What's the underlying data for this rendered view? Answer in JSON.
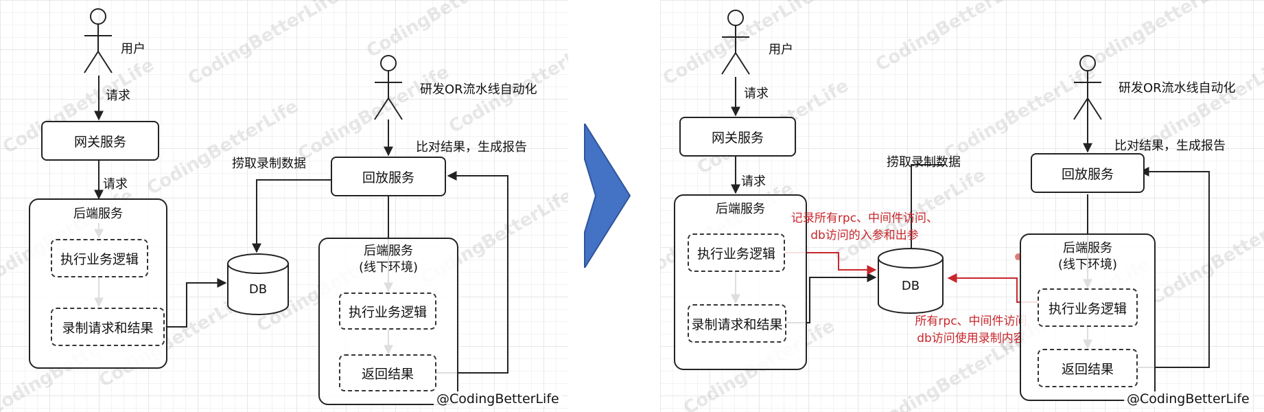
{
  "colors": {
    "line": "#222222",
    "annotation": "#c8262b",
    "big_arrow": "#4472c4",
    "grid": "#e7e7e7"
  },
  "watermark": "CodingBetterLife",
  "left": {
    "user_label": "用户",
    "request_1": "请求",
    "gateway": "网关服务",
    "request_2": "请求",
    "backend_title": "后端服务",
    "exec_logic": "执行业务逻辑",
    "record": "录制请求和结果",
    "db": "DB",
    "fetch_label": "捞取录制数据",
    "dev_label": "研发OR流水线自动化",
    "compare_label": "比对结果，生成报告",
    "replay": "回放服务",
    "offline_title_1": "后端服务",
    "offline_title_2": "(线下环境)",
    "offline_exec": "执行业务逻辑",
    "return": "返回结果",
    "credit": "@CodingBetterLife"
  },
  "right": {
    "user_label": "用户",
    "request_1": "请求",
    "gateway": "网关服务",
    "request_2": "请求",
    "backend_title": "后端服务",
    "exec_logic": "执行业务逻辑",
    "record": "录制请求和结果",
    "db": "DB",
    "fetch_label": "捞取录制数据",
    "dev_label": "研发OR流水线自动化",
    "compare_label": "比对结果，生成报告",
    "replay": "回放服务",
    "offline_title_1": "后端服务",
    "offline_title_2": "(线下环境)",
    "offline_exec": "执行业务逻辑",
    "return": "返回结果",
    "note_record_1": "记录所有rpc、中间件访问、",
    "note_record_2": "db访问的入参和出参",
    "note_use_1": "所有rpc、中间件访问",
    "note_use_2": "db访问使用录制内容",
    "credit": "@CodingBetterLife"
  }
}
